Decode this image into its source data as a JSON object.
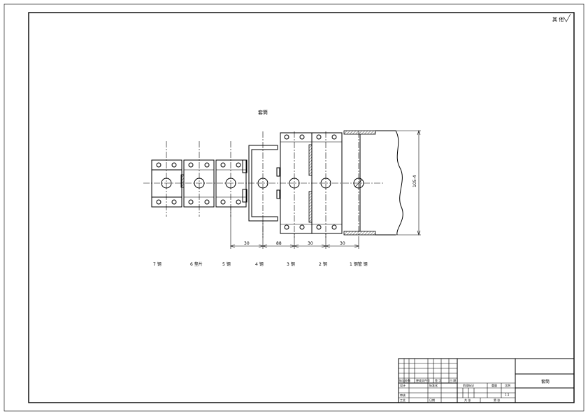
{
  "corner_mark": "其 他",
  "top_label": "套筒",
  "dimension_labels": [
    "30",
    "88",
    "30",
    "30"
  ],
  "vertical_dimension": "105-4",
  "part_labels": [
    "7 钢",
    "6 垫片",
    "5 钢",
    "4 钢",
    "3 钢",
    "2 钢",
    "1 钢管 钢"
  ],
  "title_block": {
    "title": "套筒",
    "row1": [
      "标记",
      "处数",
      "更改文件号",
      "签 字",
      "日 期"
    ],
    "designer": "设计",
    "standardizer": "标准化",
    "checker": "审核",
    "approver": "工艺",
    "date_label": "日期",
    "stage_label": "阶段标记",
    "weight_label": "重量",
    "scale_label": "比例",
    "scale_value": "1:1",
    "sheets_label": "共 张",
    "sheet_label": "第 张"
  }
}
